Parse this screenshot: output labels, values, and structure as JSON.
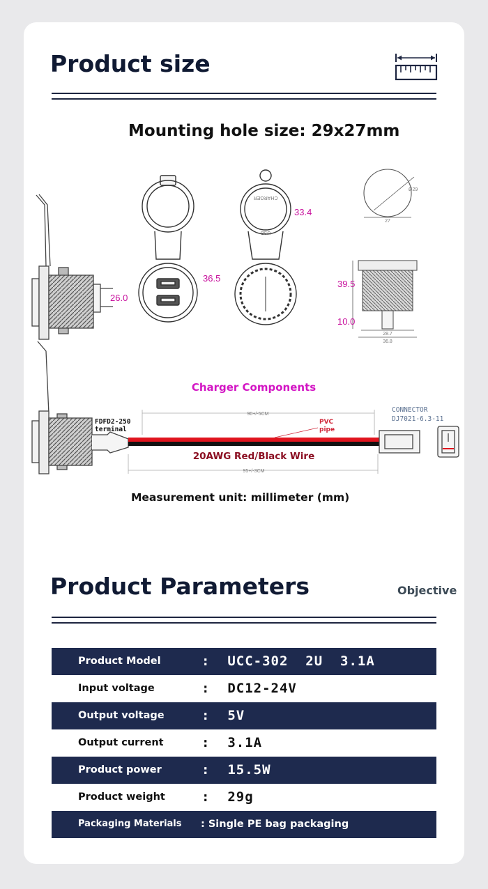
{
  "size_section": {
    "title": "Product size",
    "mounting_hole": "Mounting hole size: 29x27mm",
    "measurement_unit": "Measurement unit: millimeter (mm)"
  },
  "drawing": {
    "dims": {
      "side_height": "26.0",
      "front_ring": "36.5",
      "cap_width": "33.4",
      "body_height": "39.5",
      "terminal_height": "10.0",
      "hole_diameter": "Ø29",
      "hole_width": "27",
      "nut_width": "28.7",
      "flange_width": "36.8"
    },
    "cap_text": [
      "USB",
      "CHARGER"
    ],
    "components_title": "Charger Components",
    "terminal_label": [
      "FDFD2-250",
      "terminal"
    ],
    "pvc_label": [
      "PVC",
      "pipe"
    ],
    "wire_label": "20AWG Red/Black Wire",
    "pipe_length": "90+/-5CM",
    "wire_length": "95+/-3CM",
    "connector_label": [
      "CONNECTOR",
      "DJ7021-6.3-11"
    ]
  },
  "params_section": {
    "title": "Product Parameters",
    "brand": "Objective",
    "rows": [
      {
        "label": "Product Model",
        "value": ":  UCC-302  2U  3.1A"
      },
      {
        "label": "Input voltage",
        "value": ":  DC12-24V"
      },
      {
        "label": "Output voltage",
        "value": ":  5V"
      },
      {
        "label": "Output current",
        "value": ":  3.1A"
      },
      {
        "label": "Product power",
        "value": ":  15.5W"
      },
      {
        "label": "Product weight",
        "value": ":  29g"
      },
      {
        "label": "Packaging Materials",
        "value": ": Single PE bag packaging"
      }
    ]
  },
  "colors": {
    "navy": "#1e2a4e",
    "magenta": "#c8109d",
    "wire_red": "#e0141e"
  }
}
